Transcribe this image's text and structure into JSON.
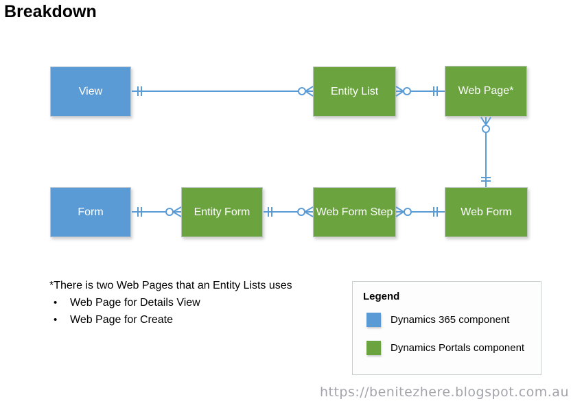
{
  "title": "Breakdown",
  "colors": {
    "dynamics365_blue": "#5B9BD5",
    "portals_green": "#6BA43F",
    "connector_blue": "#5B9BD5"
  },
  "nodes": {
    "view": {
      "label": "View",
      "type": "dynamics365"
    },
    "entity_list": {
      "label": "Entity List",
      "type": "portals"
    },
    "web_page": {
      "label": "Web Page*",
      "type": "portals"
    },
    "form": {
      "label": "Form",
      "type": "dynamics365"
    },
    "entity_form": {
      "label": "Entity Form",
      "type": "portals"
    },
    "web_form_step": {
      "label": "Web Form Step",
      "type": "portals"
    },
    "web_form": {
      "label": "Web Form",
      "type": "portals"
    }
  },
  "connections": [
    {
      "from": "View",
      "to": "Entity List",
      "from_end": "exactly-one",
      "to_end": "zero-or-many"
    },
    {
      "from": "Entity List",
      "to": "Web Page*",
      "from_end": "zero-or-many",
      "to_end": "exactly-one"
    },
    {
      "from": "Web Page*",
      "to": "Web Form",
      "from_end": "zero-or-many",
      "to_end": "exactly-one"
    },
    {
      "from": "Form",
      "to": "Entity Form",
      "from_end": "exactly-one",
      "to_end": "zero-or-many"
    },
    {
      "from": "Entity Form",
      "to": "Web Form Step",
      "from_end": "exactly-one",
      "to_end": "zero-or-many"
    },
    {
      "from": "Web Form Step",
      "to": "Web Form",
      "from_end": "zero-or-many",
      "to_end": "exactly-one"
    }
  ],
  "footnote": {
    "line1": "*There is two Web Pages that an Entity Lists uses",
    "bullet_glyph": "●",
    "bullets": [
      "Web Page for Details View",
      "Web Page for Create"
    ]
  },
  "legend": {
    "heading": "Legend",
    "items": [
      {
        "label": "Dynamics 365 component",
        "swatch": "#5B9BD5"
      },
      {
        "label": "Dynamics Portals component",
        "swatch": "#6BA43F"
      }
    ]
  },
  "watermark": "https://benitezhere.blogspot.com.au"
}
